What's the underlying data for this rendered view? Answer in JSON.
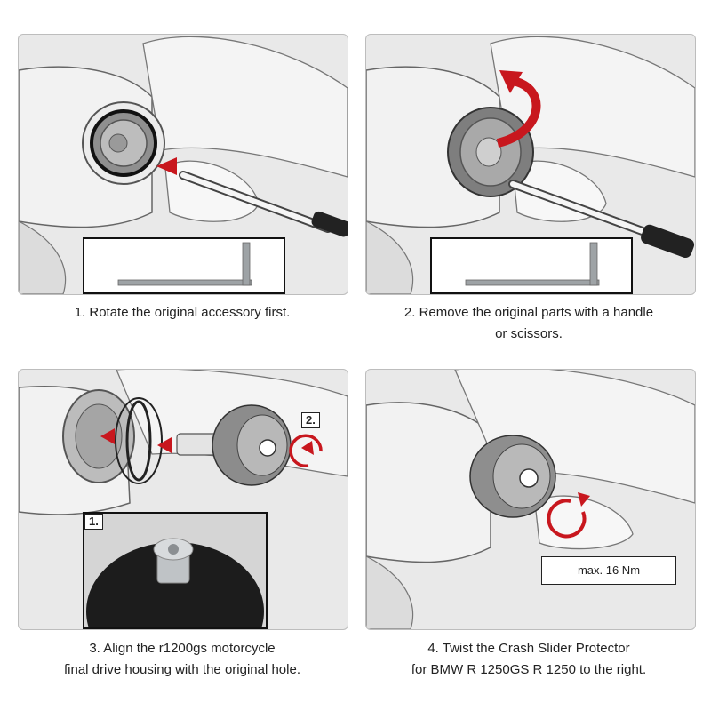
{
  "steps": [
    {
      "caption_lines": [
        "1. Rotate the original accessory first."
      ]
    },
    {
      "caption_lines": [
        "2. Remove the original parts with a handle",
        "or scissors."
      ]
    },
    {
      "caption_lines": [
        "3. Align the r1200gs motorcycle",
        "final drive housing with the original hole."
      ],
      "tags": {
        "tag_1": "1.",
        "tag_2": "2."
      }
    },
    {
      "caption_lines": [
        "4. Twist the Crash Slider Protector",
        "for BMW R 1250GS R 1250 to the right."
      ],
      "torque_label": "max. 16 Nm"
    }
  ],
  "colors": {
    "arrow_red": "#c8171e",
    "panel_bg": "#e9e9e9",
    "outline": "#444444"
  },
  "icons": [
    "hex-key-icon",
    "screwdriver-icon",
    "rotate-arrow-icon",
    "pointer-arrow-icon"
  ]
}
